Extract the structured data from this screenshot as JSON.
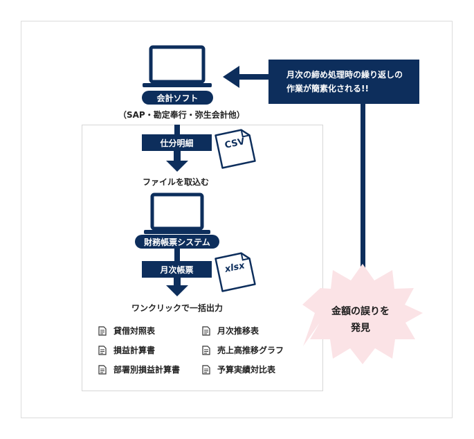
{
  "source_software": {
    "label": "会計ソフト",
    "caption": "（SAP・勘定奉行・弥生会計他）"
  },
  "step1": {
    "label": "仕分明細",
    "file_badge": "CSV"
  },
  "import_caption": "ファイルを取込む",
  "system": {
    "label": "財務帳票システム"
  },
  "step2": {
    "label": "月次帳票",
    "file_badge": "xlsx"
  },
  "output_caption": "ワンクリックで一括出力",
  "reports": [
    "貸借対照表",
    "月次推移表",
    "損益計算書",
    "売上高推移グラフ",
    "部署別損益計算書",
    "予算実績対比表"
  ],
  "note": {
    "line1": "月次の締め処理時の繰り返しの",
    "line2": "作業が簡素化される!!"
  },
  "burst": {
    "line1": "金額の誤りを",
    "line2": "発見"
  },
  "colors": {
    "navy": "#0d2e5c",
    "burst_fill": "#fbe3e6",
    "border": "#dcdcdc"
  }
}
